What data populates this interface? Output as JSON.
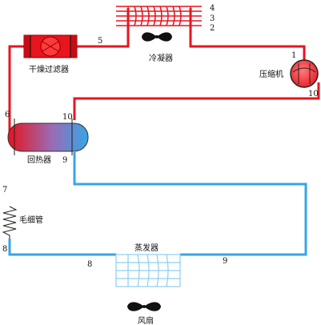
{
  "labels": {
    "condenser": "冷凝器",
    "compressor": "压缩机",
    "dryer_filter": "干燥过滤器",
    "regenerator": "回热器",
    "capillary": "毛细管",
    "evaporator": "蒸发器",
    "fan": "风扇"
  },
  "points": {
    "p1": "1",
    "p2": "2",
    "p3": "3",
    "p4": "4",
    "p5": "5",
    "p6": "6",
    "p7": "7",
    "p8_left": "8",
    "p8_bottom": "8",
    "p9_bottom": "9",
    "p9_regen": "9",
    "p10_regen": "10",
    "p10_comp": "10"
  },
  "colors": {
    "hot": "#e8141e",
    "cold": "#35a5e6",
    "capillary_mid": "#a98ec6",
    "evaporator_coil": "#8ccfee",
    "fan": "#111111"
  }
}
